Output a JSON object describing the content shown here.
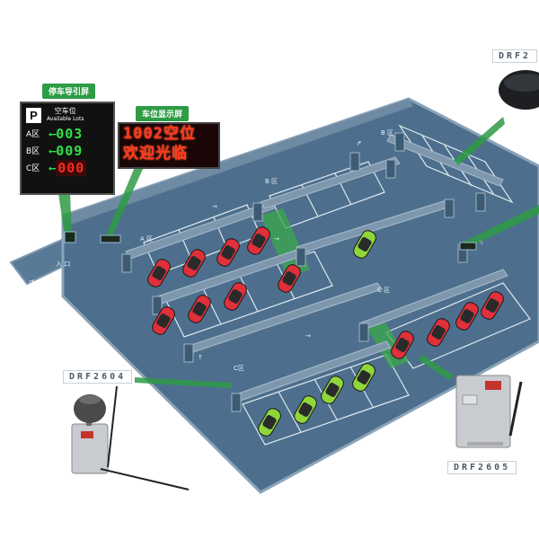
{
  "labels": {
    "guide_screen": "停车导引屏",
    "spot_screen": "车位显示屏"
  },
  "guide_board": {
    "p_symbol": "P",
    "header_cn": "空车位",
    "header_en": "Available Lots",
    "rows": [
      {
        "zone": "A区",
        "arrow": "⟵",
        "count": "003",
        "color": "#2fe04a"
      },
      {
        "zone": "B区",
        "arrow": "⟵",
        "count": "009",
        "color": "#2fe04a"
      },
      {
        "zone": "C区",
        "arrow": "⟵",
        "count": "000",
        "color": "#ff2a1a"
      }
    ]
  },
  "led_board": {
    "line1": "1002空位",
    "line2": "欢迎光临"
  },
  "floor": {
    "zone_a": "A 区",
    "zone_b": "B 区",
    "zone_c1": "C 区",
    "zone_c2": "C区",
    "zone_b2": "B 区",
    "entrance": "入 口"
  },
  "devices": {
    "top_right": "DRF2",
    "left": "DRF2604",
    "right": "DRF2605"
  },
  "colors": {
    "floor": "#4d6f8d",
    "wall": "#6f8aa3",
    "occupied": "#e0303a",
    "free": "#8fd63a",
    "accent": "#2e9b45"
  }
}
